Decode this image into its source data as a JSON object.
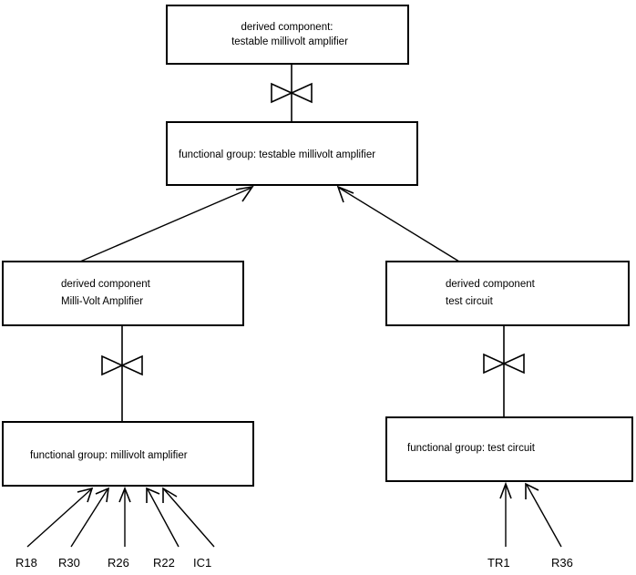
{
  "diagram": {
    "title": "",
    "background_color": "#ffffff",
    "line_color": "#000000",
    "boxes": [
      {
        "id": "derived-testable-millivolt-amplifier",
        "line1": "derived component:",
        "line2": "testable millivolt amplifier"
      },
      {
        "id": "fg-testable-millivolt-amplifier",
        "line1": "functional group: testable millivolt amplifier",
        "line2": ""
      },
      {
        "id": "derived-milli-volt-amplifier",
        "line1": "derived component",
        "line2": "Milli-Volt Amplifier"
      },
      {
        "id": "derived-test-circuit",
        "line1": "derived component",
        "line2": "test circuit"
      },
      {
        "id": "fg-millivolt-amplifier",
        "line1": "functional group: millivolt amplifier",
        "line2": ""
      },
      {
        "id": "fg-test-circuit",
        "line1": "functional group: test circuit",
        "line2": ""
      }
    ],
    "leaf_labels_left": [
      "R18",
      "R30",
      "R26",
      "R22",
      "IC1"
    ],
    "leaf_labels_right": [
      "TR1",
      "R36"
    ],
    "connector_symbol": "bowtie-refinement-symbol",
    "arrow_symbol": "open-arrowhead"
  }
}
